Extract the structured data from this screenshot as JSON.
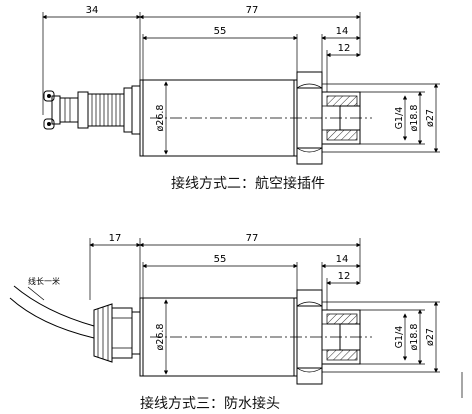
{
  "drawings": [
    {
      "caption": "接线方式二：航空接插件",
      "dims": {
        "left_length": "34",
        "total_length": "77",
        "body_length": "55",
        "thread_length_14": "14",
        "thread_length_12": "12",
        "body_diameter": "ø26.8",
        "thread_spec": "G1/4",
        "inner_diameter": "ø18.8",
        "outer_diameter": "ø27"
      }
    },
    {
      "caption": "接线方式三：防水接头",
      "cable_label": "线长一米",
      "dims": {
        "left_length": "17",
        "total_length": "77",
        "body_length": "55",
        "thread_length_14": "14",
        "thread_length_12": "12",
        "body_diameter": "ø26.8",
        "thread_spec": "G1/4",
        "inner_diameter": "ø18.8",
        "outer_diameter": "ø27"
      }
    }
  ]
}
